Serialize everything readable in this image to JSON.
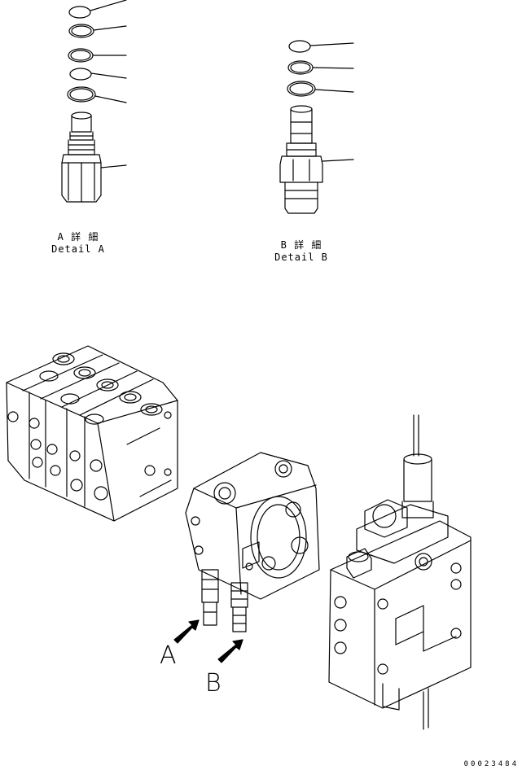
{
  "detail_a": {
    "jp": "A 詳 細",
    "en": "Detail A"
  },
  "detail_b": {
    "jp": "B 詳 細",
    "en": "Detail B"
  },
  "arrow_labels": {
    "a": "A",
    "b": "B"
  },
  "drawing_number": "00023484",
  "colors": {
    "line": "#000000",
    "background": "#ffffff"
  }
}
